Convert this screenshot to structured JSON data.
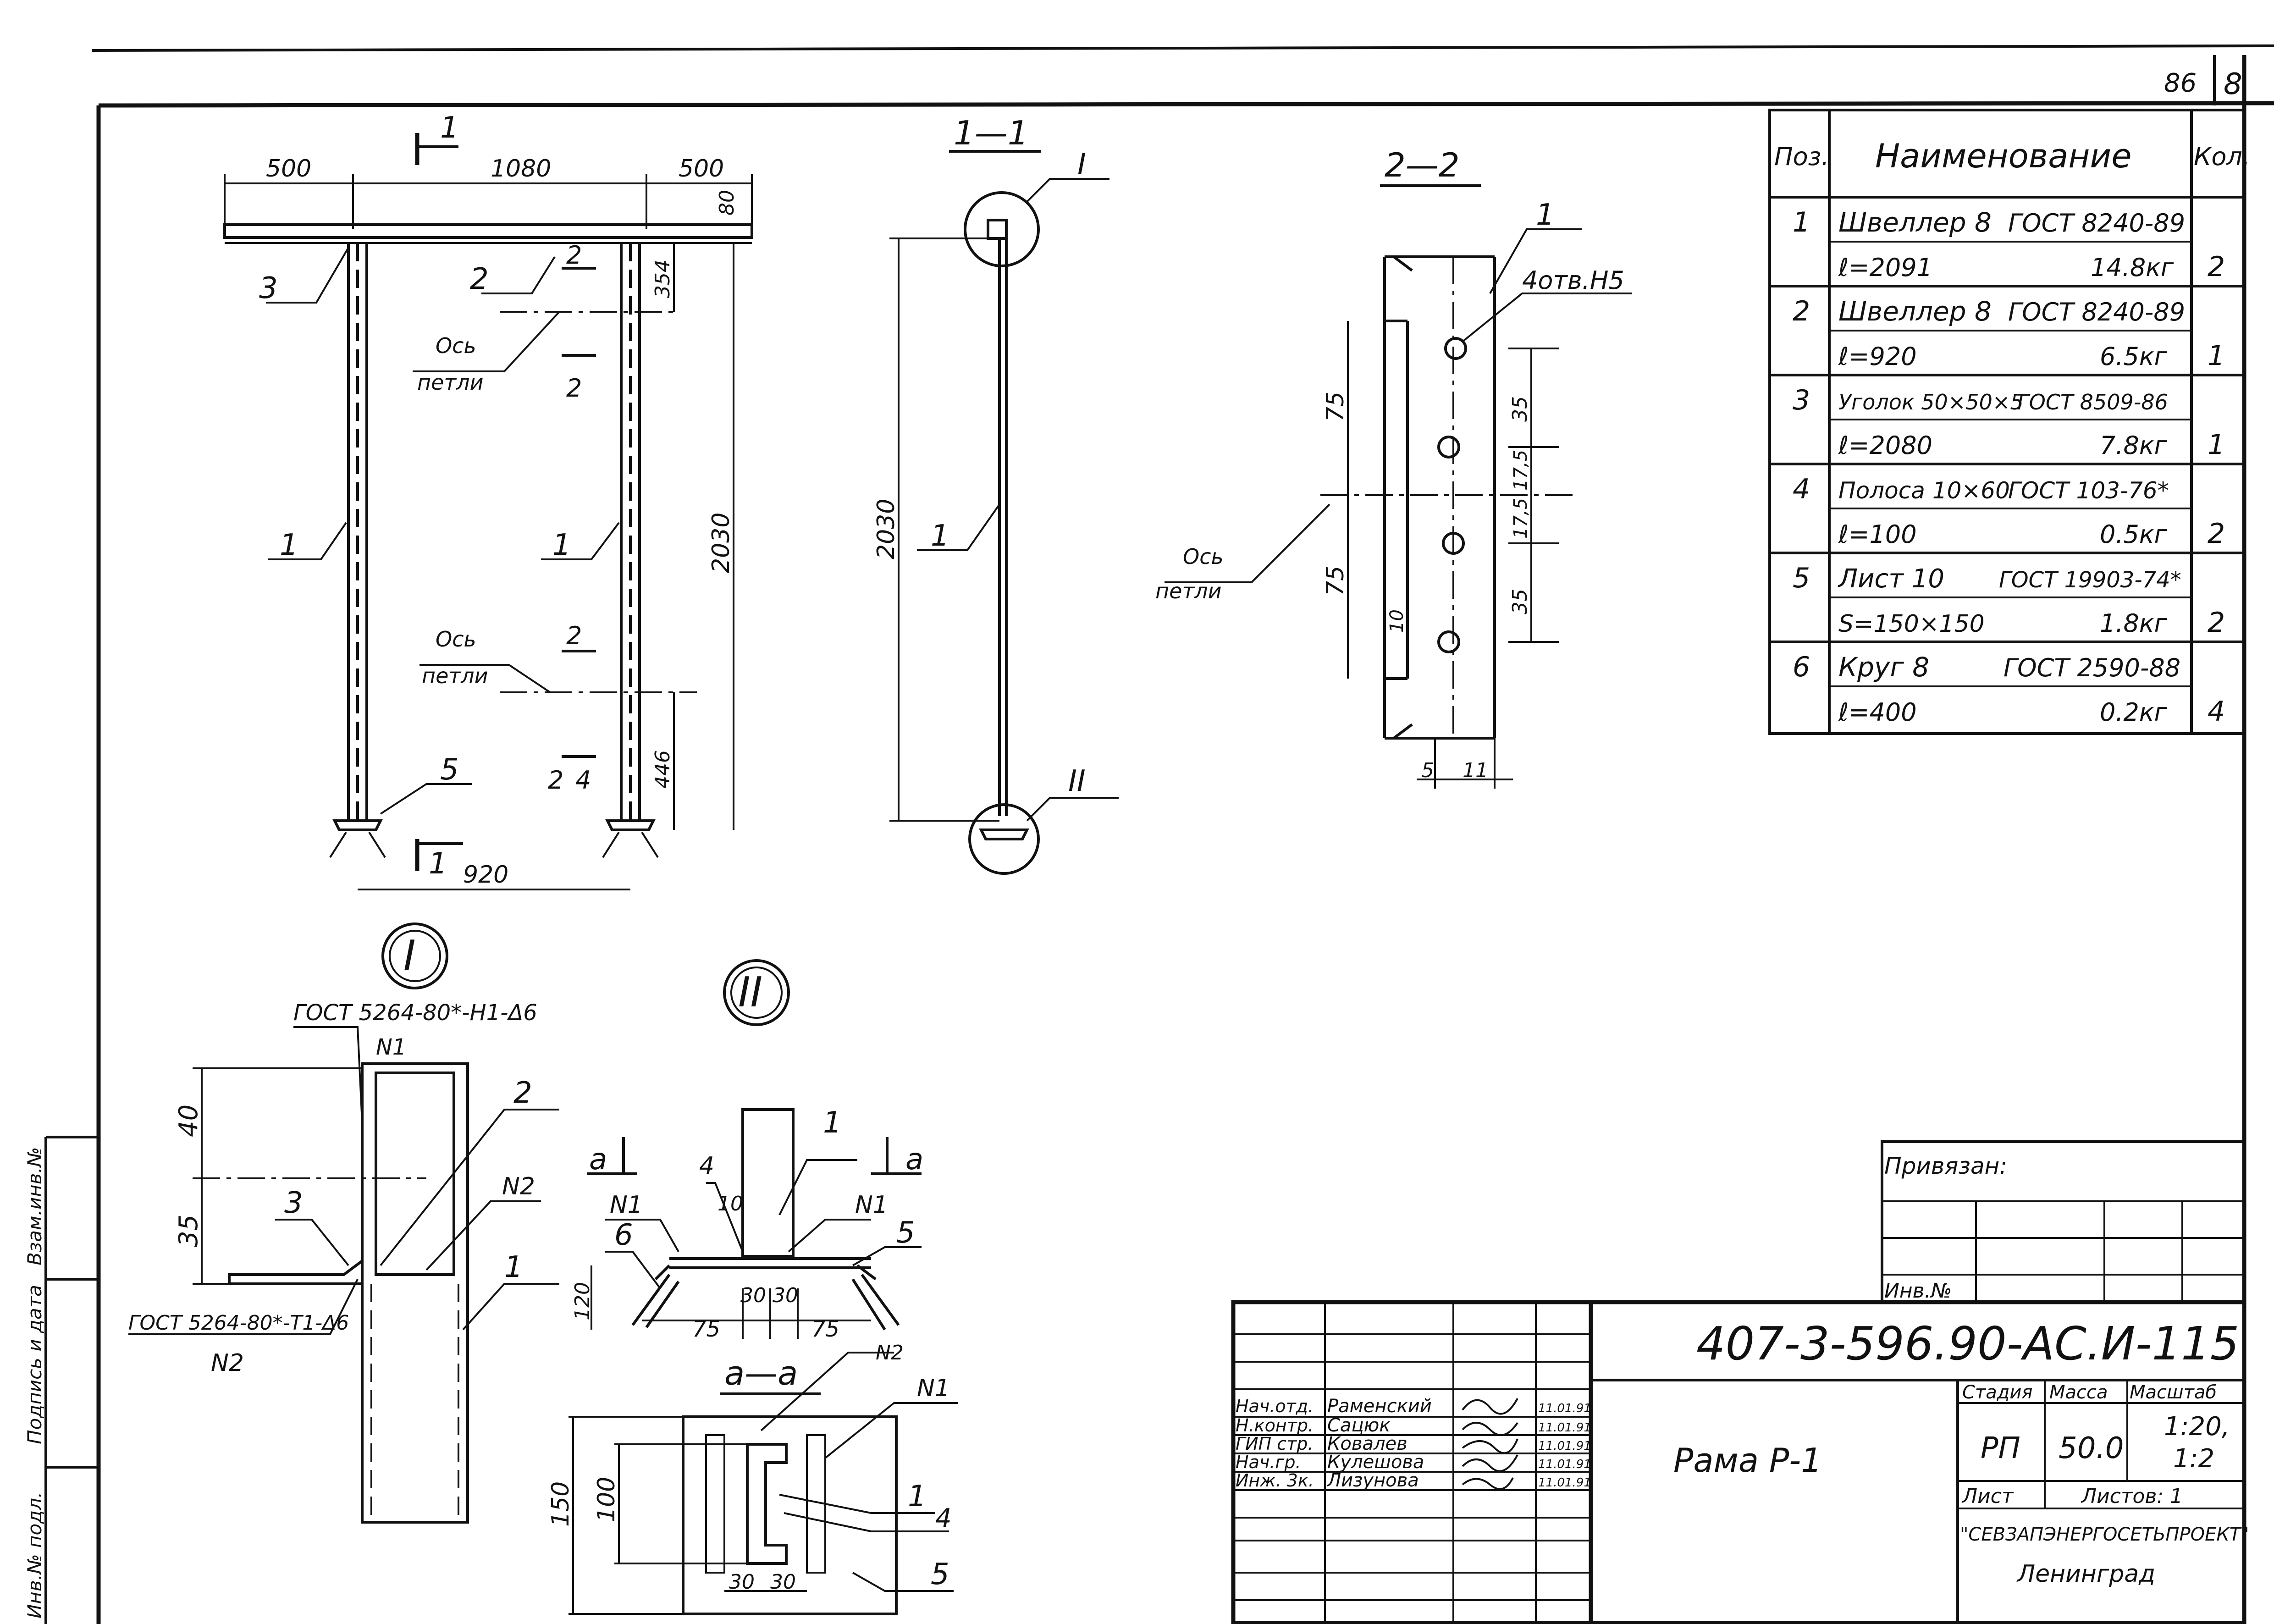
{
  "sheet_corner": {
    "sheet_left": "86",
    "sheet_right": "8"
  },
  "elevation": {
    "dims": {
      "left": "500",
      "mid": "1080",
      "right": "500",
      "d80": "80",
      "d354": "354",
      "h2030": "2030",
      "d446": "446",
      "bottom": "920"
    },
    "section_mark": "1",
    "axis_label_1": "Ось",
    "axis_label_2": "петли",
    "pos_labels": {
      "p1": "1",
      "p2": "2",
      "p3": "3",
      "p4": "4",
      "p5": "5"
    },
    "cut2": "2"
  },
  "section_1_1": {
    "title": "1—1",
    "node1": "I",
    "node2": "II",
    "h": "2030",
    "pos": "1"
  },
  "section_2_2": {
    "title": "2—2",
    "holes": "4отв.Н5",
    "pos": "1",
    "d75a": "75",
    "d75b": "75",
    "d35a": "35",
    "d175a": "17,5",
    "d175b": "17,5",
    "d35b": "35",
    "d10": "10",
    "d5": "5",
    "d11": "11",
    "axis1": "Ось",
    "axis2": "петли"
  },
  "spec_table": {
    "headers": {
      "pos": "Поз.",
      "name": "Наименование",
      "qty": "Кол."
    },
    "rows": [
      {
        "pos": "1",
        "name": "Швеллер 8",
        "std": "ГОСТ 8240-89",
        "qty": ""
      },
      {
        "pos": "",
        "name": "ℓ=2091",
        "std": "14.8кг",
        "qty": "2"
      },
      {
        "pos": "2",
        "name": "Швеллер 8",
        "std": "ГОСТ 8240-89",
        "qty": ""
      },
      {
        "pos": "",
        "name": "ℓ=920",
        "std": "6.5кг",
        "qty": "1"
      },
      {
        "pos": "3",
        "name": "Уголок 50×50×5",
        "std": "ГОСТ 8509-86",
        "qty": ""
      },
      {
        "pos": "",
        "name": "ℓ=2080",
        "std": "7.8кг",
        "qty": "1"
      },
      {
        "pos": "4",
        "name": "Полоса 10×60",
        "std": "ГОСТ 103-76*",
        "qty": ""
      },
      {
        "pos": "",
        "name": "ℓ=100",
        "std": "0.5кг",
        "qty": "2"
      },
      {
        "pos": "5",
        "name": "Лист 10",
        "std": "ГОСТ 19903-74*",
        "qty": ""
      },
      {
        "pos": "",
        "name": "S=150×150",
        "std": "1.8кг",
        "qty": "2"
      },
      {
        "pos": "6",
        "name": "Круг 8",
        "std": "ГОСТ 2590-88",
        "qty": ""
      },
      {
        "pos": "",
        "name": "ℓ=400",
        "std": "0.2кг",
        "qty": "4"
      }
    ]
  },
  "node_I": {
    "mark": "I",
    "weld_top": "ГОСТ 5264-80*-Н1-Δ6",
    "n1": "N1",
    "weld_bottom": "ГОСТ 5264-80*-Т1-Δ6",
    "n2": "N2",
    "n2b": "N2",
    "d40": "40",
    "d35": "35",
    "p2": "2",
    "p3": "3",
    "p1": "1"
  },
  "node_II": {
    "mark": "II",
    "a": "a",
    "n1l": "N1",
    "n1r": "N1",
    "p4": "4",
    "p1": "1",
    "p6": "6",
    "p5": "5",
    "d10": "10",
    "d120": "120",
    "d30a": "30",
    "d30b": "30",
    "d75a": "75",
    "d75b": "75"
  },
  "section_a_a": {
    "title": "а—а",
    "n2": "N2",
    "n1": "N1",
    "d100": "100",
    "d150": "150",
    "d30a": "30",
    "d30b": "30",
    "p1": "1",
    "p4": "4",
    "p5": "5"
  },
  "privyazan": {
    "label": "Привязан:",
    "inv": "Инв.№"
  },
  "side_stamp": {
    "a": "Инв.№ подл.",
    "b": "Подпись и дата",
    "c": "Взам.инв.№"
  },
  "title_block": {
    "code": "407-3-596.90-АС.И-115",
    "title": "Рама Р-1",
    "people": [
      {
        "role": "Нач.отд.",
        "name": "Раменский",
        "date": "11.01.91"
      },
      {
        "role": "Н.контр.",
        "name": "Сацюк",
        "date": "11.01.91"
      },
      {
        "role": "ГИП стр.",
        "name": "Ковалев",
        "date": "11.01.91"
      },
      {
        "role": "Нач.гр.",
        "name": "Кулешова",
        "date": "11.01.91"
      },
      {
        "role": "Инж. 3к.",
        "name": "Лизунова",
        "date": "11.01.91"
      }
    ],
    "stage_h": "Стадия",
    "mass_h": "Масса",
    "scale_h": "Масштаб",
    "stage": "РП",
    "mass": "50.0",
    "scale1": "1:20,",
    "scale2": "1:2",
    "sheet_h": "Лист",
    "sheets_h": "Листов: 1",
    "org": "\"СЕВЗАПЭНЕРГОСЕТЬПРОЕКТ\"",
    "city": "Ленинград"
  }
}
